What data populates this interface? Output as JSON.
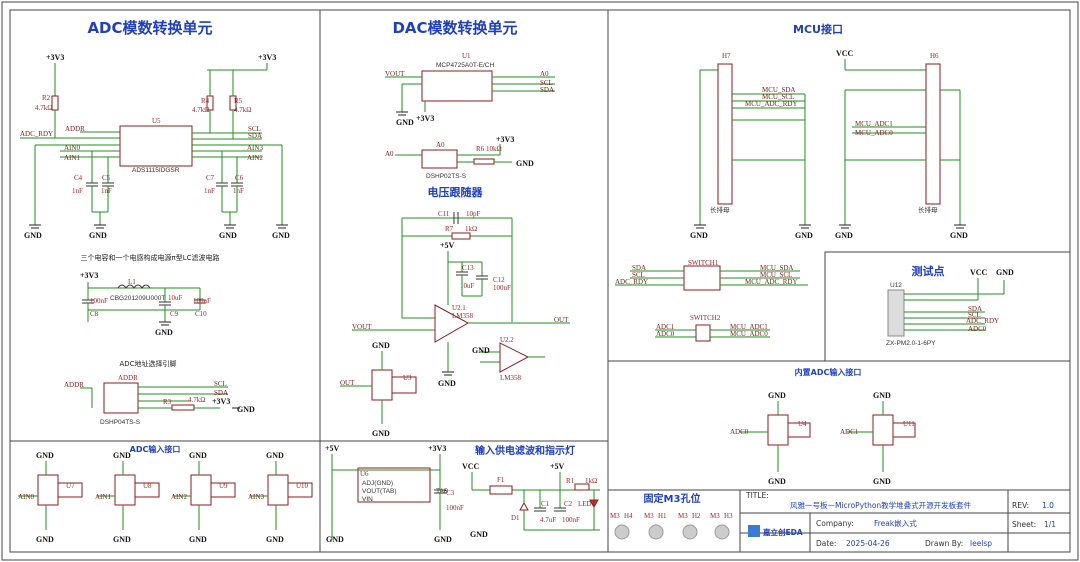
{
  "sections": {
    "adc_title": "ADC模数转换单元",
    "dac_title": "DAC模数转换单元",
    "mcu_title": "MCU接口",
    "follower_title": "电压跟随器",
    "test_title": "测试点",
    "builtin_adc_title": "内置ADC输入接口",
    "adc_in_title": "ADC输入接口",
    "power_title": "输入供电滤波和指示灯",
    "m3_title": "固定M3孔位",
    "lc_note": "三个电容和一个电感构成电源π型LC滤波电路",
    "addr_note": "ADC地址选择引脚"
  },
  "power": {
    "v33": "+3V3",
    "v5": "+5V",
    "vcc": "VCC",
    "gnd": "GND"
  },
  "nets": {
    "addr": "ADDR",
    "alert": "ADC_RDY",
    "ain0": "AIN0",
    "ain1": "AIN1",
    "ain2": "AIN2",
    "ain3": "AIN3",
    "scl": "SCL",
    "sda": "SDA",
    "vout": "VOUT",
    "out": "OUT",
    "a0": "A0",
    "mcu_sda": "MCU_SDA",
    "mcu_scl": "MCU_SCL",
    "mcu_rdy": "MCU_ADC_RDY",
    "mcu_adc1": "MCU_ADC1",
    "mcu_adc0": "MCU_ADC0",
    "adc1": "ADC1",
    "adc0": "ADC0",
    "adc_rdy": "ADC_RDY"
  },
  "parts": {
    "u5": "U5",
    "u5_name": "ADS1115IDGSR",
    "u1": "U1",
    "u1_name": "MCP4725A0T-E/CH",
    "r2": "R2",
    "r2_val": "4.7kΩ",
    "r4": "R4",
    "r4_val": "4.7kΩ",
    "r5": "R5",
    "r5_val": "4.7kΩ",
    "c4": "C4",
    "c5": "C5",
    "c7": "C7",
    "c6": "C6",
    "c_1nf": "1nF",
    "l1": "L1",
    "l1_name": "CBG201209U000T",
    "c8": "C8",
    "c9": "C9",
    "c10": "C10",
    "c100n": "100nF",
    "c10u": "10uF",
    "r6": "R6",
    "r6_val": "10kΩ",
    "a0_sw": "DSHP02TS-S",
    "c11": "C11",
    "c11_val": "10pF",
    "r7": "R7",
    "r7_val": "1kΩ",
    "c13": "C13",
    "c12": "C12",
    "u21": "U2.1",
    "u22": "U2.2",
    "lm358": "LM358",
    "u3": "U3",
    "sw1": "SWITCH1",
    "sw2": "SWITCH2",
    "addr_sw": "DSHP04TS-S",
    "r3": "R3",
    "r3_val": "4.7kΩ",
    "h7": "H7",
    "h6": "H6",
    "header": "长排母",
    "u12": "U12",
    "u12_name": "ZX-PM2.0-1-6PY",
    "u4": "U4",
    "u11": "U11",
    "u7": "U7",
    "u8": "U8",
    "u9": "U9",
    "u10": "U10",
    "u6": "U6",
    "u6_p1": "ADJ(GND)",
    "u6_p2": "VOUT(TAB)",
    "u6_p3": "VIN",
    "u6_tab": "TAB",
    "c3": "C3",
    "f1": "F1",
    "d1": "D1",
    "c1": "C1",
    "c1_val": "4.7uF",
    "c2": "C2",
    "r1": "R1",
    "r1_val": "1kΩ",
    "led1": "LED1",
    "m3": "M3",
    "h1": "H1",
    "h2": "H2",
    "h3": "H3",
    "h4": "H4"
  },
  "titleblock": {
    "title_label": "TITLE:",
    "title": "风雅一号板—MicroPython教学堆叠式开源开发板套件",
    "rev_label": "REV:",
    "rev": "1.0",
    "company_label": "Company:",
    "company": "Freak嵌入式",
    "sheet_label": "Sheet:",
    "sheet": "1/1",
    "date_label": "Date:",
    "date": "2025-04-26",
    "drawn_label": "Drawn By:",
    "drawn": "leelsp",
    "logo": "嘉立创EDA"
  }
}
